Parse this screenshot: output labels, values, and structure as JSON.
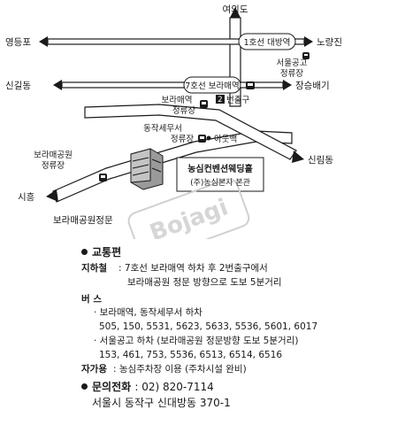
{
  "map": {
    "places": {
      "yeouido": "여의도",
      "yeongdeungpo": "영등포",
      "noryangjin": "노량진",
      "singildong": "신길동",
      "jangseungbaegi": "장승배기",
      "sillimdong": "신림동",
      "siheung": "시흥",
      "boramae_park_gate": "보라매공원정문"
    },
    "stations": {
      "line1_daebang": "1호선 대방역",
      "line7_boramae": "7호선 보라매역",
      "exit2_num": "2",
      "exit2_label": "번출구"
    },
    "bus_stops": {
      "seoul_tech_l1": "서울공고",
      "seoul_tech_l2": "정류장",
      "boramae_stop_l1": "보라매역",
      "boramae_stop_l2": "정류장",
      "dongjak_tax_l1": "동작세무서",
      "dongjak_tax_l2": "정류장",
      "boramae_park_l1": "보라매공원",
      "boramae_park_l2": "정류장"
    },
    "landmarks": {
      "aewoobaek": "아웃백"
    },
    "building": {
      "name": "농심컨벤션웨딩홀",
      "sub": "(주)농심본사 본관"
    },
    "watermark": "Bojagi"
  },
  "info": {
    "transport_title": "교통편",
    "subway_key": "지하철",
    "subway_line1": "7호선 보라매역 하차 후 2번출구에서",
    "subway_line2": "보라매공원 정문 방향으로 도보 5분거리",
    "bus_key": "버  스",
    "bus_stop1": "· 보라매역, 동작세무서 하차",
    "bus_routes1": "505, 150, 5531, 5623, 5633, 5536, 5601, 6017",
    "bus_stop2": "· 서울공고 하차 (보라매공원 정문방향 도보 5분거리)",
    "bus_routes2": "153, 461, 753, 5536, 6513, 6514, 6516",
    "car_key": "자가용",
    "car_text": ": 농심주차장 이용 (주차시설 완비)",
    "contact_label": "문의전화",
    "contact_value": ": 02) 820-7114",
    "address": "서울시 동작구 신대방동 370-1"
  }
}
